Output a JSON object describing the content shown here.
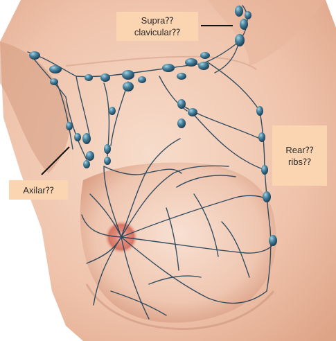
{
  "labels": {
    "supraclavicular": [
      "Supra⁇",
      "clavicular⁇"
    ],
    "rear_ribs": [
      "Rear⁇",
      "ribs⁇"
    ],
    "axilar": [
      "Axilar⁇"
    ]
  },
  "colors": {
    "skin_light": "#f4d4c0",
    "skin_mid": "#e9b59b",
    "skin_shadow": "#c98c73",
    "areola": "#d9776a",
    "vessel": "#1f3f57",
    "node": "#3c6f88",
    "node_highlight": "#8fc0d6",
    "label_bg": "#fbd5b2"
  },
  "icons": [
    "lymph-node-icon"
  ]
}
